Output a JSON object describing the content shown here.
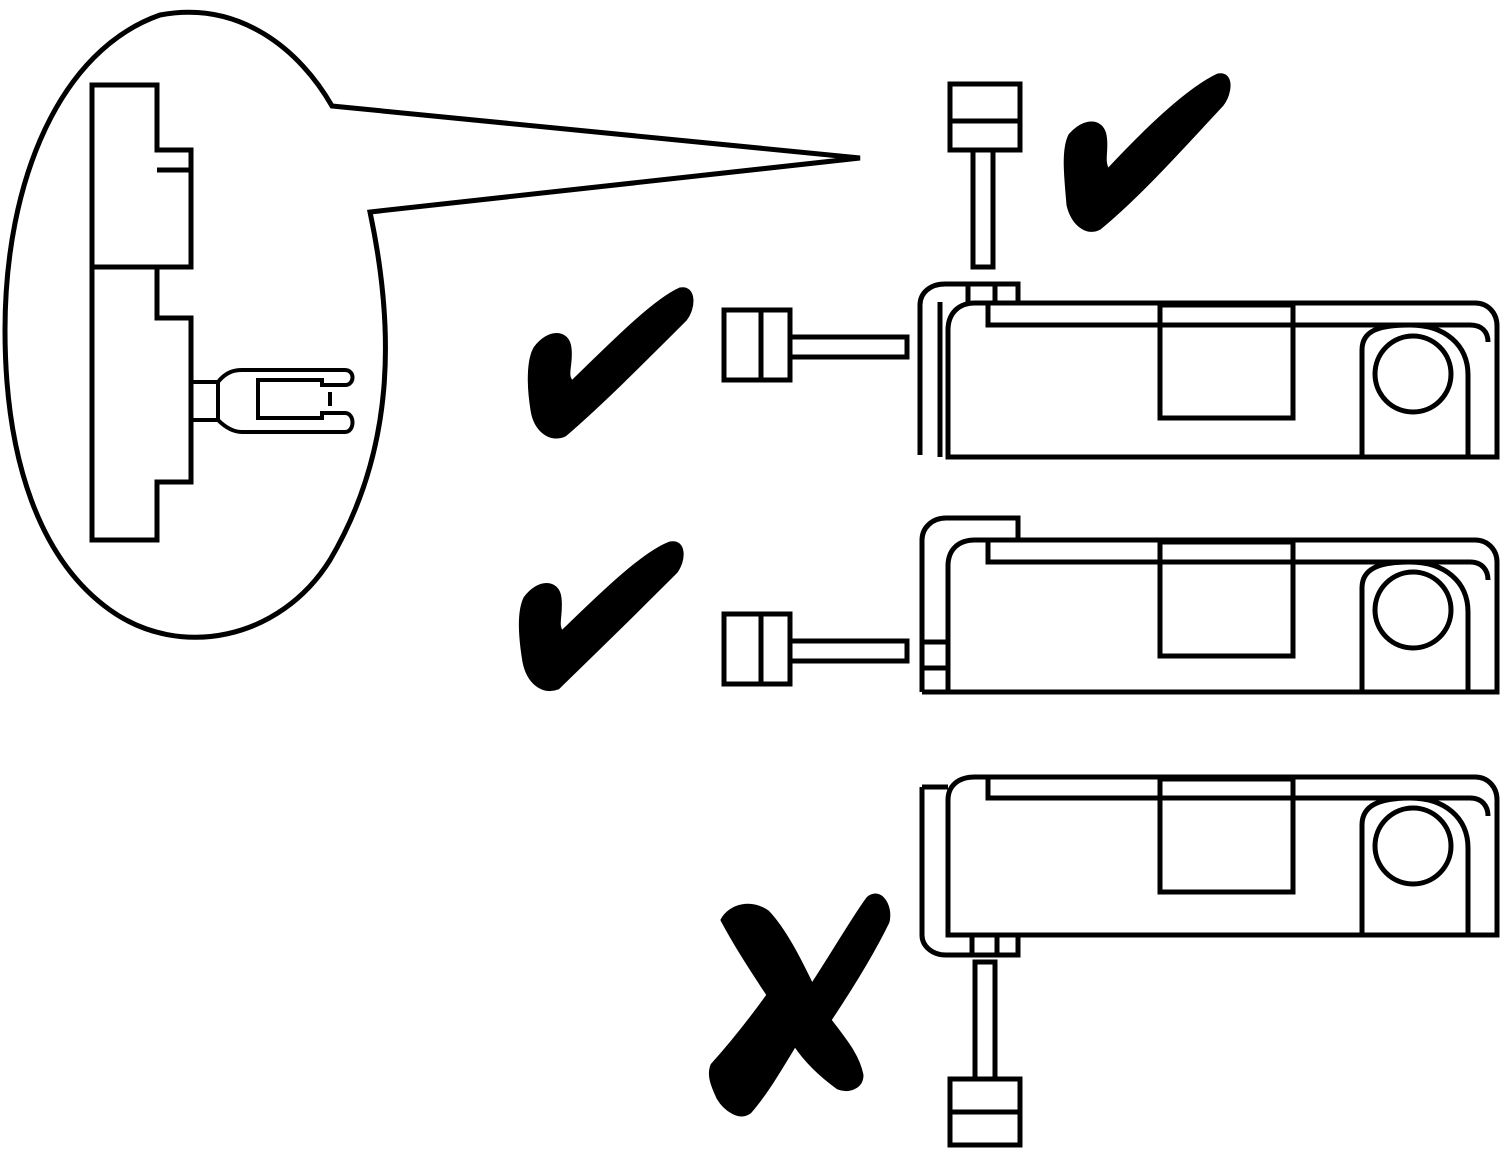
{
  "figure": {
    "kind": "installation-diagram",
    "stroke_color": "#000000",
    "background": "#ffffff",
    "callout": {
      "icon": "magnifier-callout-bubble",
      "shows": "connector-latch-detail"
    },
    "rows": [
      {
        "id": "top-insert",
        "connector": "vertical-from-above",
        "verdict": "correct",
        "mark_icon": "check-mark-icon"
      },
      {
        "id": "side-insert-upper",
        "connector": "horizontal-from-left",
        "verdict": "correct",
        "mark_icon": "check-mark-icon"
      },
      {
        "id": "side-insert-middle",
        "connector": "horizontal-from-left",
        "verdict": "correct",
        "mark_icon": "check-mark-icon"
      },
      {
        "id": "bottom-insert",
        "connector": "vertical-from-below",
        "verdict": "incorrect",
        "mark_icon": "cross-mark-icon"
      }
    ]
  }
}
